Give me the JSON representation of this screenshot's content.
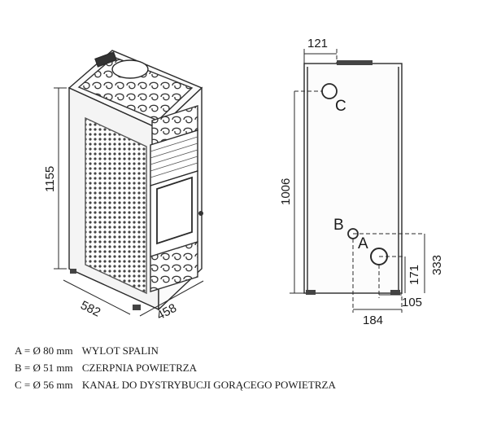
{
  "dimensions": {
    "height": "1155",
    "depth": "582",
    "width": "458",
    "top_offset": "121",
    "rear_height": "1006",
    "inlet_height": "333",
    "outlet_height": "171",
    "inlet_width": "184",
    "outlet_offset": "105"
  },
  "point_labels": {
    "a": "A",
    "b": "B",
    "c": "C"
  },
  "legend": [
    {
      "code": "A = Ø 80 mm",
      "desc": "WYLOT SPALIN"
    },
    {
      "code": "B = Ø 51 mm",
      "desc": "CZERPNIA POWIETRZA"
    },
    {
      "code": "C = Ø 56 mm",
      "desc": "KANAŁ DO DYSTRYBUCJI GORĄCEGO POWIETRZA"
    }
  ]
}
